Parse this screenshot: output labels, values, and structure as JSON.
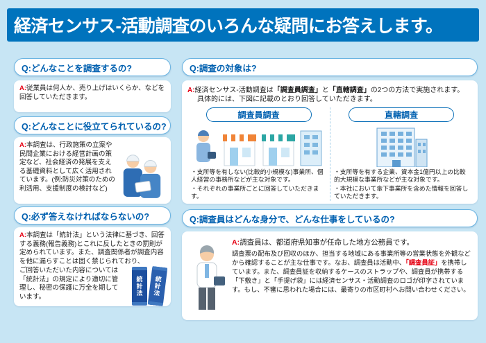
{
  "header": {
    "title": "経済センサス-活動調査のいろんな疑問にお答えします。"
  },
  "labels": {
    "q_prefix": "Q:",
    "a_prefix": "A:"
  },
  "colors": {
    "banner_blue": "#0073bd",
    "question_blue": "#0060b0",
    "answer_red": "#e60012",
    "background_blue": "#c7e5f4"
  },
  "left": {
    "block1": {
      "question": "どんなことを調査するの?",
      "answer": "従業員は何人か、売り上げはいくらか、などを回答していただきます。"
    },
    "block2": {
      "question": "どんなことに役立てられているの?",
      "answer": "本調査は、行政施策の立案や民間企業における経営計画の策定など、社会経済の発展を支える基礎資料として広く活用されています。(例:防災対策のための利活用、支援制度の検討など)"
    },
    "block3": {
      "question": "必ず答えなければならないの?",
      "answer_part1": "本調査は「統計法」という法律に基づき、回答する義務(報告義務)とこれに反したときの罰則が定められています。また、調査関係者が調査内容を他に漏らすことは固く禁じられており、",
      "answer_part2": "ご回答いただいた内容については「統計法」の規定により適切に管理し、秘密の保護に万全を期しています。",
      "book_label": "統計法"
    }
  },
  "right": {
    "block1": {
      "question": "調査の対象は?",
      "answer_segments": {
        "s1": "経済センサス-活動調査は",
        "s2": "「調査員調査」",
        "s3": "と",
        "s4": "「直轄調査」",
        "s5": "の2つの方法で実施されます。"
      },
      "answer_line2": "具体的には、下図に記載のとおり回答していただきます。",
      "survey_types": [
        {
          "label": "調査員調査",
          "bullets": [
            "・支所等を有しない(比較的小規模な)事業所、個人経営の事務所などが主な対象です。",
            "・それぞれの事業所ごとに回答していただきます。"
          ]
        },
        {
          "label": "直轄調査",
          "bullets": [
            "・支所等を有する企業、資本金1億円以上の比較的大規模な事業所などが主な対象です。",
            "・本社において傘下事業所を含めた情報を回答していただきます。"
          ]
        }
      ]
    },
    "block2": {
      "question": "調査員はどんな身分で、どんな仕事をしているの?",
      "answer_line1": "調査員は、都道府県知事が任命した地方公務員です。",
      "answer_seg1": "調査票の配布及び回収のほか、担当する地域にある事業所等の営業状態を外観などから確認することが主な仕事です。なお、調査員は活動中、",
      "answer_highlight": "「調査員証」",
      "answer_seg2": "を携帯しています。また、調査員証を収納するケースのストラップや、調査員が携帯する「下敷き」と「手提げ袋」には経済センサス・活動調査のロゴが印字されています。もし、不審に思われた場合には、最寄りの市区町村へお問い合わせください。"
    }
  }
}
